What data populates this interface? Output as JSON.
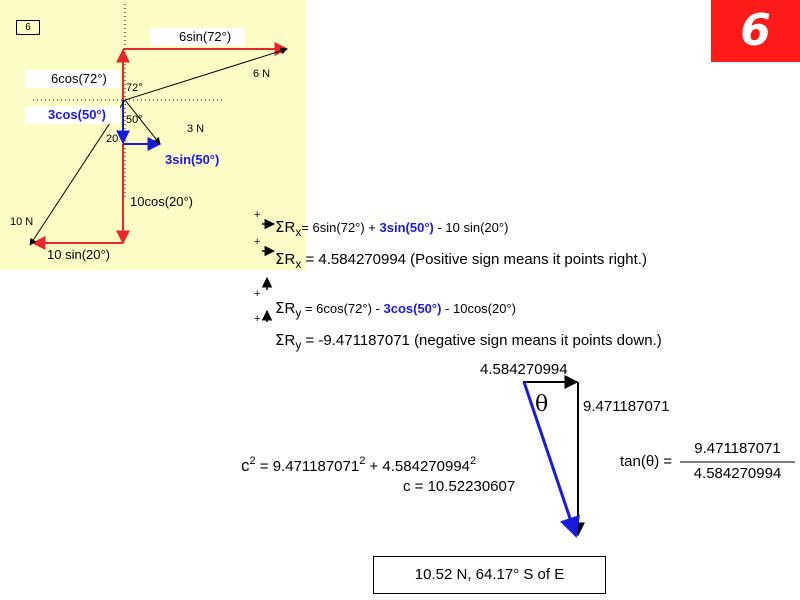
{
  "slide": {
    "number_box": "6",
    "badge": "6"
  },
  "diagram": {
    "label_6sin72": "6sin(72°)",
    "label_6N": "6 N",
    "label_6cos72": "6cos(72°)",
    "label_72": "72°",
    "label_3cos50": "3cos(50°)",
    "label_50": "50°",
    "label_3N": "3 N",
    "label_20": "20",
    "label_3sin50": "3sin(50°)",
    "label_10cos20": "10cos(20°)",
    "label_10N": "10 N",
    "label_10sin20": "10 sin(20°)"
  },
  "equations": {
    "plus": "+",
    "sigma": "Σ",
    "R": "R",
    "sub_x": "x",
    "sub_y": "y",
    "rx1_a": "=   6sin(72°) + ",
    "rx1_b": "3sin(50°)",
    "rx1_c": " - 10 sin(20°)",
    "rx2": " = 4.584270994 (Positive sign means it points right.)",
    "ry1_a": " = 6cos(72°) - ",
    "ry1_b": "3cos(50°)",
    "ry1_c": " - 10cos(20°)",
    "ry2": " = -9.471187071 (negative sign means it points down.)"
  },
  "triangle": {
    "top": "4.584270994",
    "right": "9.471187071",
    "theta": "θ"
  },
  "pythag": {
    "c": "c",
    "two": "2",
    "mid": " = 9.471187071",
    "mid2": " + 4.584270994",
    "c_value": "c = 10.52230607"
  },
  "tan": {
    "lhs": "tan(θ) =",
    "numerator": "9.471187071",
    "denominator": "4.584270994"
  },
  "answer": "10.52 N, 64.17° S of E",
  "colors": {
    "red": "#e8262b",
    "blue": "#1a1adb",
    "panel": "#fdfcc4",
    "badge": "#ff1a1a"
  }
}
